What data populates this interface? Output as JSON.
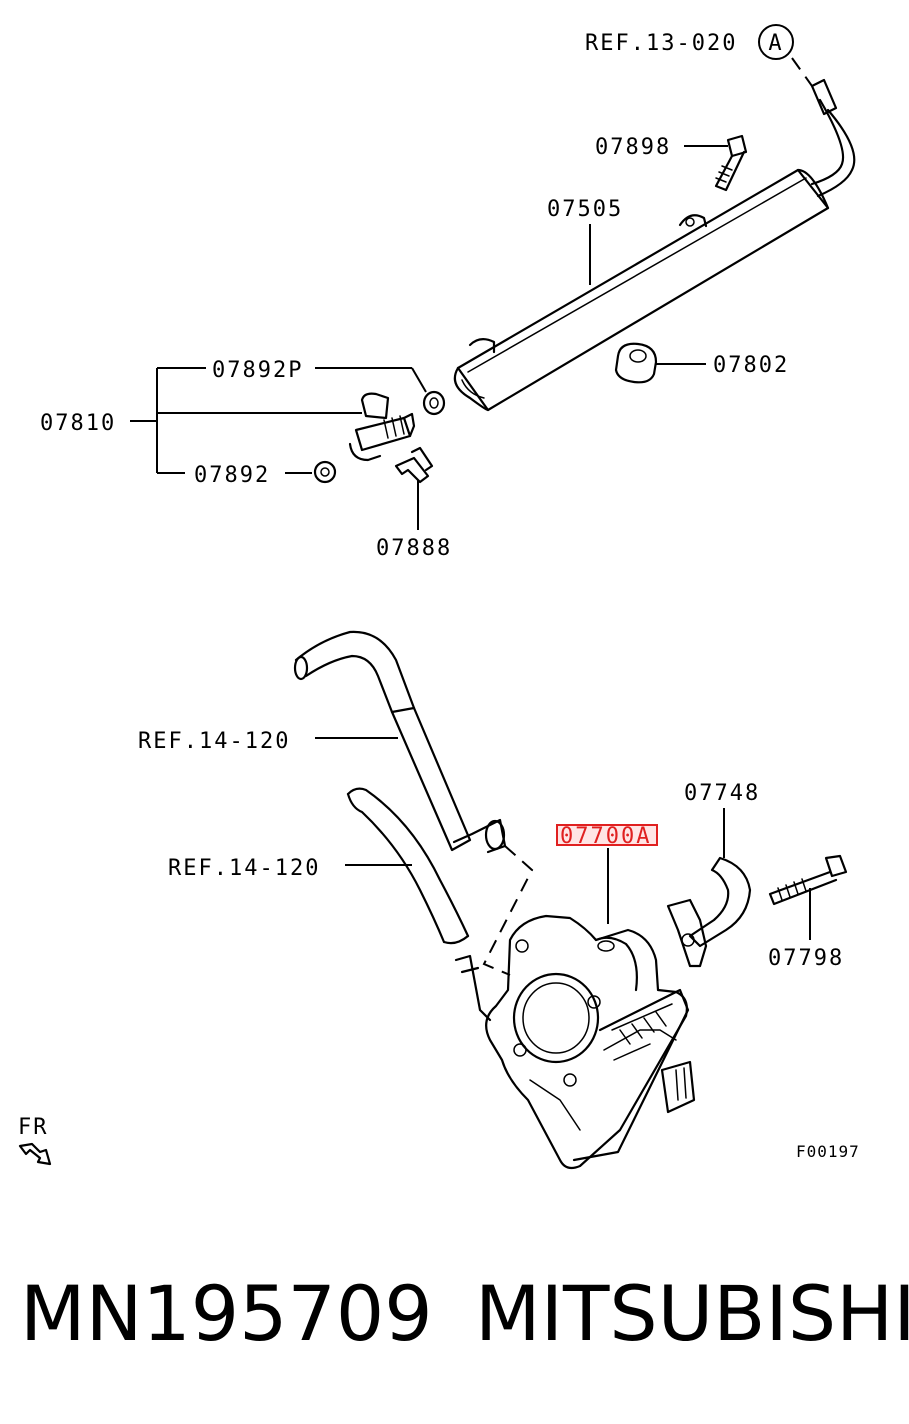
{
  "refs": {
    "fuel_pipe_ref": "REF.13-020",
    "hose_ref_upper": "REF.14-120",
    "hose_ref_lower": "REF.14-120",
    "circle_marker": "A"
  },
  "callouts": {
    "fuel_rail": "07505",
    "rail_bolt": "07898",
    "insulator": "07802",
    "upper_oring": "07892P",
    "injector": "07810",
    "lower_oring": "07892",
    "clip": "07888",
    "bracket": "07748",
    "throttle_body": "07700A",
    "body_bolt": "07798"
  },
  "direction_marker": "FR",
  "figure_code": "F00197",
  "caption": {
    "part_number": "MN195709",
    "brand": "MITSUBISHI"
  },
  "highlight": {
    "selected_part": "07700A",
    "color": "#e02020"
  }
}
